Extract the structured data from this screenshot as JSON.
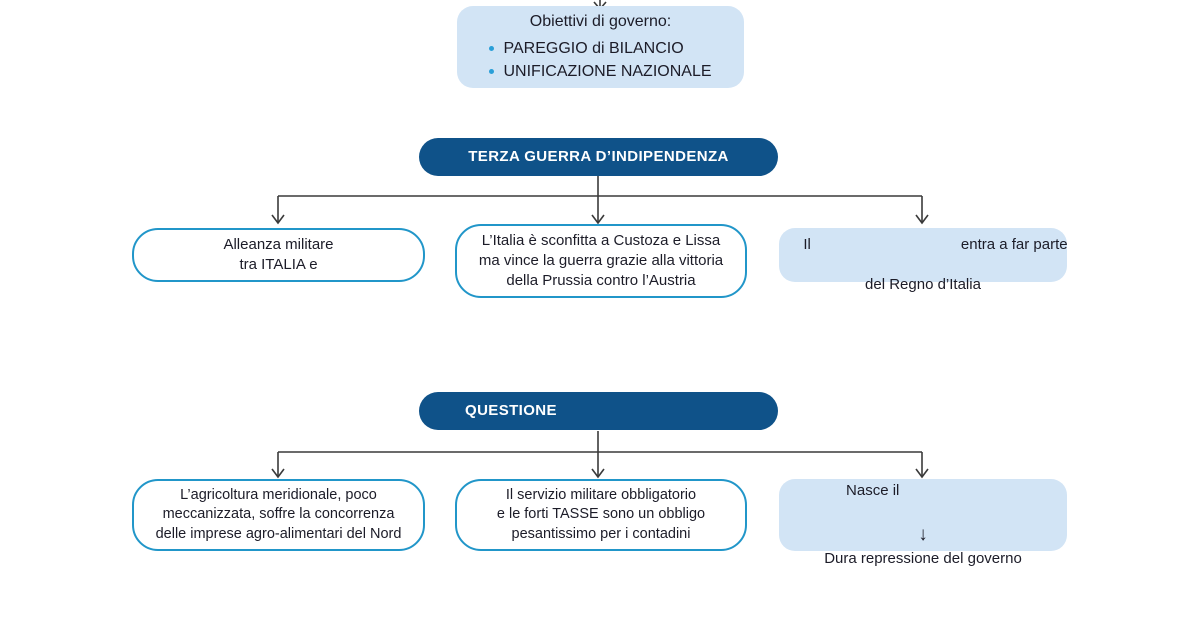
{
  "diagram": {
    "title_text": "Schema Terza Guerra d'Indipendenza e Questione Meridionale",
    "colors": {
      "header_bar": "#0f5289",
      "soft_card": "#d2e4f5",
      "outline_border": "#2196c9",
      "bullet": "#2a9fd8",
      "connector": "#3a3a3a",
      "text": "#1c1c28",
      "header_text": "#ffffff"
    },
    "groups": [
      {
        "id": "obiettivi",
        "card": {
          "name": "obiettivi-di-governo-card",
          "style": "soft",
          "title": "Obiettivi di governo:",
          "bullets": [
            "PAREGGIO di BILANCIO",
            "UNIFICAZIONE NAZIONALE"
          ]
        }
      },
      {
        "id": "terza-guerra",
        "header": {
          "name": "terza-guerra-header",
          "label": "TERZA GUERRA D’INDIPENDENZA",
          "aligned": "center"
        },
        "children": [
          {
            "name": "alleanza-militare-card",
            "style": "outline",
            "lines": [
              "Alleanza militare",
              "tra ITALIA e"
            ],
            "has_blank": true
          },
          {
            "name": "sconfitta-custoza-lissa-card",
            "style": "outline",
            "lines": [
              "L’Italia è sconfitta a Custoza e Lissa",
              "ma vince la guerra grazie alla vittoria",
              "della Prussia contro l’Austria"
            ],
            "has_blank": false
          },
          {
            "name": "entra-regno-italia-card",
            "style": "soft",
            "blank_line_prefix": "Il",
            "blank_line_suffix": "entra a far parte",
            "lines": [
              "del Regno d’Italia"
            ],
            "has_blank": true
          }
        ]
      },
      {
        "id": "questione",
        "header": {
          "name": "questione-header",
          "label": "QUESTIONE",
          "aligned": "left"
        },
        "children": [
          {
            "name": "agricoltura-meridionale-card",
            "style": "outline",
            "lines": [
              "L’agricoltura meridionale, poco",
              "meccanizzata, soffre la concorrenza",
              "delle imprese agro-alimentari del Nord"
            ],
            "has_blank": false
          },
          {
            "name": "servizio-militare-tasse-card",
            "style": "outline",
            "lines": [
              "Il servizio militare obbligatorio",
              "e le forti TASSE sono un obbligo",
              "pesantissimo per i contadini"
            ],
            "has_blank": false
          },
          {
            "name": "brigantaggio-repressione-card",
            "style": "soft",
            "top_line": "Nasce il",
            "arrow_glyph": "↓",
            "bottom_line": "Dura repressione del governo",
            "has_blank": true
          }
        ]
      }
    ]
  }
}
